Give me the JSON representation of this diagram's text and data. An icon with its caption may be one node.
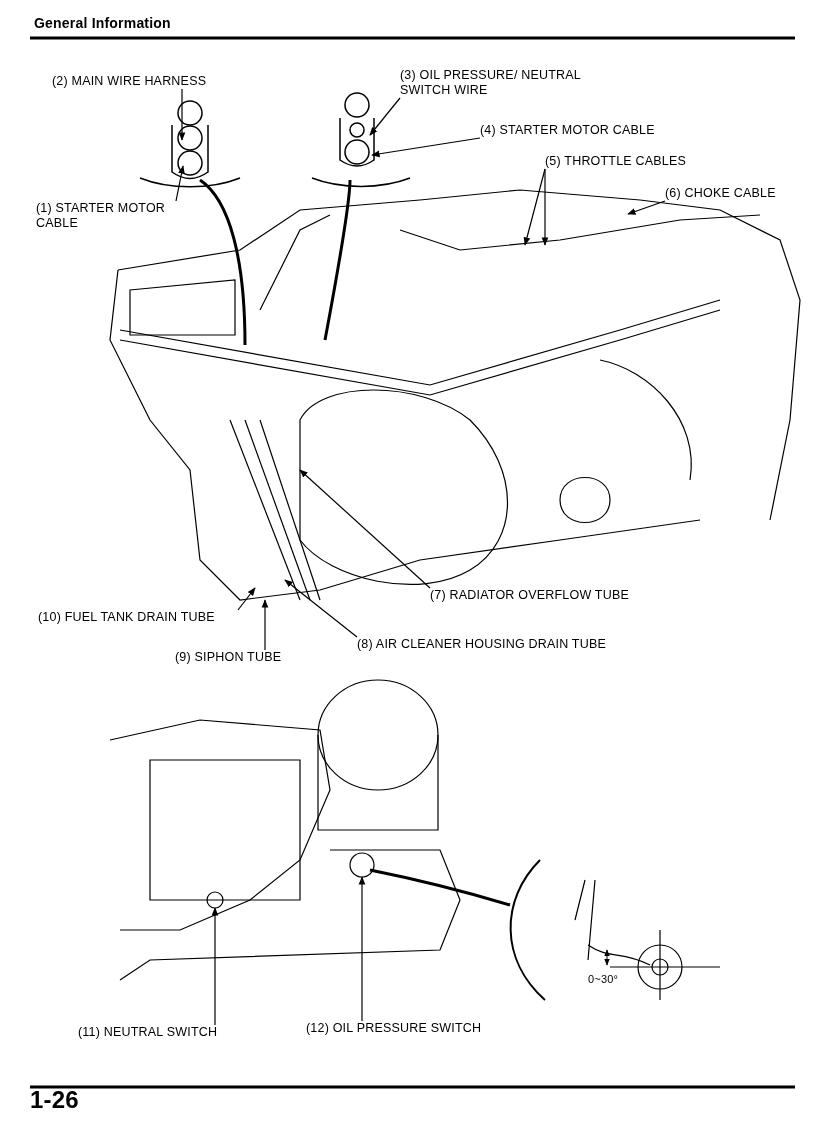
{
  "diagram": {
    "title": "General Information",
    "nodes": [
      {
        "text": [
          "(1) STARTER MOTOR CABLE"
        ]
      },
      {
        "text": [
          "(2) MAIN WIRE HARNESS"
        ]
      },
      {
        "text": [
          "(3) OIL PRESSURE/ NEUTRAL SWITCH WIRE"
        ]
      },
      {
        "text": [
          "(4) STARTER MOTOR CABLE"
        ]
      },
      {
        "text": [
          "(5) THROTTLE CABLES"
        ]
      },
      {
        "text": [
          "(6) CHOKE CABLE"
        ]
      },
      {
        "text": [
          "(7) RADIATOR OVERFLOW TUBE"
        ]
      },
      {
        "text": [
          "(8) AIR CLEANER HOUSING DRAIN TUBE"
        ]
      },
      {
        "text": [
          "(9) SIPHON TUBE"
        ]
      },
      {
        "text": [
          "(10) FUEL TANK DRAIN TUBE"
        ]
      },
      {
        "text": [
          "(11) NEUTRAL SWITCH"
        ]
      },
      {
        "text": [
          "(12) OIL PRESSURE SWITCH"
        ]
      },
      {
        "text": [],
        "shape": "circle"
      },
      {
        "text": [],
        "shape": "circle"
      }
    ],
    "edges": [
      {
        "from": 0,
        "to": null,
        "arrow": "to"
      },
      {
        "from": 1,
        "to": null,
        "arrow": "to"
      },
      {
        "from": 2,
        "to": null,
        "arrow": "to"
      },
      {
        "from": 3,
        "to": null,
        "arrow": "to"
      },
      {
        "from": 4,
        "to": null,
        "arrow": "to"
      },
      {
        "from": 4,
        "to": null,
        "arrow": "to"
      },
      {
        "from": 5,
        "to": null,
        "arrow": "to"
      },
      {
        "from": 6,
        "to": null,
        "arrow": "to"
      },
      {
        "from": 7,
        "to": null,
        "arrow": "to"
      },
      {
        "from": 8,
        "to": null,
        "arrow": "to"
      },
      {
        "from": 9,
        "to": null,
        "arrow": "to"
      },
      {
        "from": 10,
        "to": 12,
        "arrow": "to"
      },
      {
        "from": 11,
        "to": 13,
        "arrow": "to"
      }
    ],
    "labels": [
      "0~30°",
      "1-26"
    ]
  }
}
